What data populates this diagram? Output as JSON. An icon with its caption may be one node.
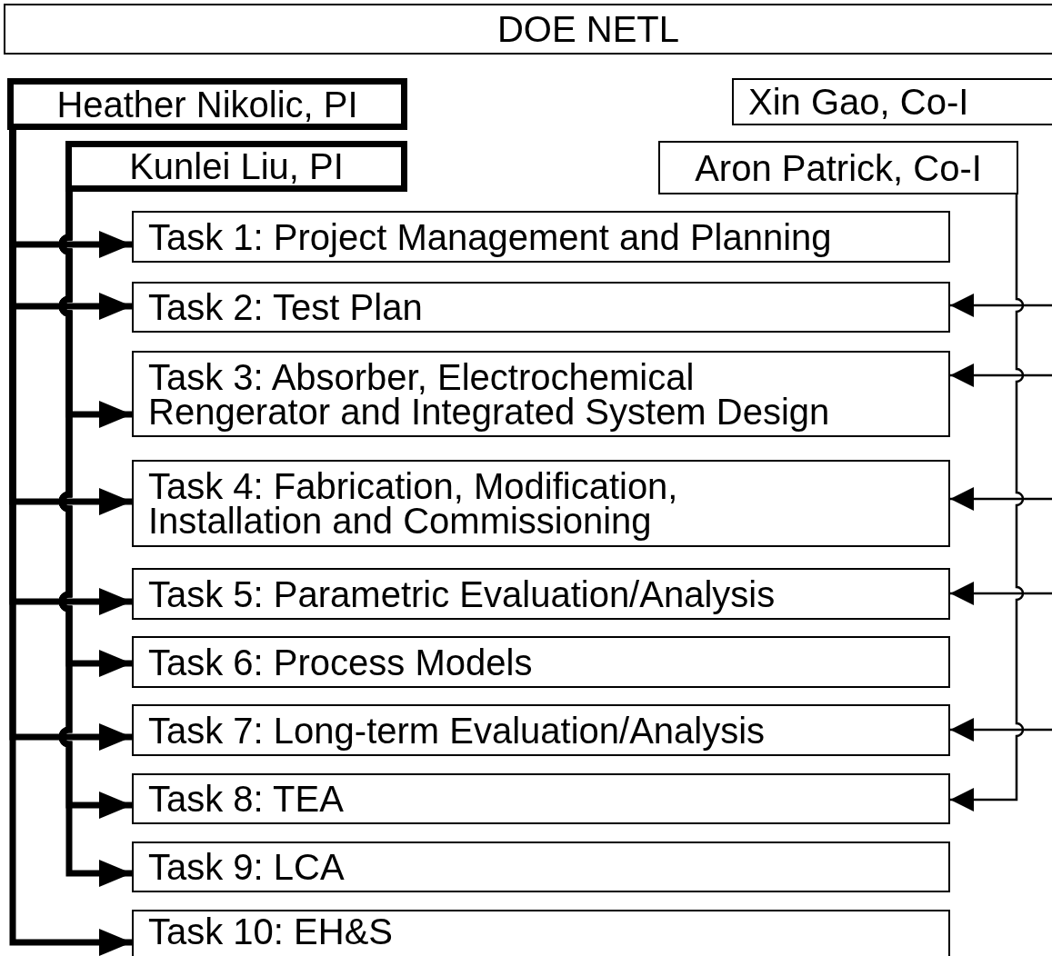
{
  "diagram": {
    "nodes": [
      {
        "text": [
          "DOE NETL"
        ]
      },
      {
        "text": [
          "Heather Nikolic, PI"
        ]
      },
      {
        "text": [
          "Xin Gao, Co-I"
        ]
      },
      {
        "text": [
          "Kunlei Liu, PI"
        ]
      },
      {
        "text": [
          "Aron Patrick, Co-I"
        ]
      },
      {
        "text": [
          "Task 1: Project Management and Planning"
        ]
      },
      {
        "text": [
          "Task 2: Test Plan"
        ]
      },
      {
        "text": [
          "Task 3: Absorber, Electrochemical Rengerator and Integrated System Design"
        ]
      },
      {
        "text": [
          "Task 4: Fabrication, Modification, Installation and Commissioning"
        ]
      },
      {
        "text": [
          "Task 5: Parametric Evaluation/Analysis"
        ]
      },
      {
        "text": [
          "Task 6: Process Models"
        ]
      },
      {
        "text": [
          "Task 7: Long-term Evaluation/Analysis"
        ]
      },
      {
        "text": [
          "Task 8: TEA"
        ]
      },
      {
        "text": [
          "Task 9: LCA"
        ]
      },
      {
        "text": [
          "Task 10: EH&S"
        ]
      }
    ],
    "edges": [
      {
        "from": 1,
        "to": 5,
        "arrow": "to"
      },
      {
        "from": 1,
        "to": 6,
        "arrow": "to"
      },
      {
        "from": 1,
        "to": 8,
        "arrow": "to"
      },
      {
        "from": 1,
        "to": 9,
        "arrow": "to"
      },
      {
        "from": 1,
        "to": 11,
        "arrow": "to"
      },
      {
        "from": 1,
        "to": 14,
        "arrow": "to"
      },
      {
        "from": 3,
        "to": 7,
        "arrow": "to"
      },
      {
        "from": 3,
        "to": 10,
        "arrow": "to"
      },
      {
        "from": 3,
        "to": 12,
        "arrow": "to"
      },
      {
        "from": 3,
        "to": 13,
        "arrow": "to"
      },
      {
        "from": null,
        "to": 6,
        "arrow": "to"
      },
      {
        "from": null,
        "to": 7,
        "arrow": "to"
      },
      {
        "from": null,
        "to": 8,
        "arrow": "to"
      },
      {
        "from": null,
        "to": 9,
        "arrow": "to"
      },
      {
        "from": null,
        "to": 11,
        "arrow": "to"
      },
      {
        "from": 4,
        "to": 12,
        "arrow": "to"
      }
    ]
  }
}
